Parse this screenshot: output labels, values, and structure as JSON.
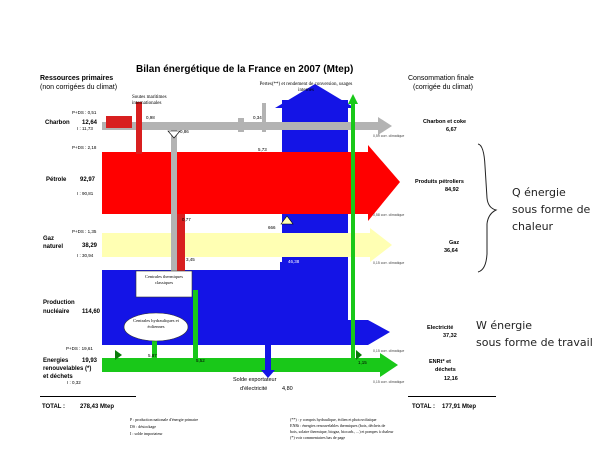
{
  "title": "Bilan énergétique de la France en 2007 (Mtep)",
  "left_header": {
    "title": "Ressources primaires",
    "subtitle": "(non corrigées du climat)"
  },
  "right_header": {
    "title": "Consommation finale",
    "subtitle": "(corrigée du climat)"
  },
  "top_labels": {
    "soutes": "Soutes maritimes internationales",
    "pertes": "Pertes(**) et rendement de conversion, usages internes"
  },
  "sources": {
    "charbon": {
      "label": "Charbon",
      "value": "12,64",
      "pnds": "P+DS : 0,51",
      "i": "I : 11,73"
    },
    "petrole": {
      "label": "Pétrole",
      "value": "92,97",
      "pnds": "P+DS : 2,18",
      "i": "I : 90,81"
    },
    "gaz": {
      "label_1": "Gaz",
      "label_2": "naturel",
      "value": "38,29",
      "pnds": "P+DS : 1,35",
      "i": "I : 30,94"
    },
    "nucleaire": {
      "label_1": "Production",
      "label_2": "nucléaire",
      "value": "114,60"
    },
    "enr": {
      "label_1": "Energies",
      "label_2": "renouvelables (*)",
      "label_3": "et déchets",
      "value": "19,93",
      "pnds": "P+DS : 19,61",
      "i": "I : 0,32"
    }
  },
  "flow_values": {
    "charbon_soutes": "0,98",
    "charbon_pertes": "0,86",
    "charbon_conv": "0,34",
    "petrole_conv": "5,73",
    "gaz_soutes": "0,77",
    "gaz_pertes": "666",
    "gaz_conv": "46,38",
    "gaz_thermique": "3,45",
    "enr_hydro": "5,87",
    "enr_elec": "5,52",
    "enr_losses": "1,15"
  },
  "plants": {
    "thermique": "Centrales thermiques classiques",
    "hydro": "Centrales hydrauliques et éoliennes"
  },
  "solde": {
    "label_1": "Solde exportateur",
    "label_2": "d'électricité",
    "value": "4,80"
  },
  "outputs": {
    "charbon": {
      "label": "Charbon et coke",
      "value": "6,67",
      "note": "0,59 corr. climatique"
    },
    "petrole": {
      "label": "Produits pétroliers",
      "value": "84,92",
      "note": "0,58 corr. climatique"
    },
    "gaz": {
      "label": "Gaz",
      "value": "36,64",
      "note": "0,15 corr. climatique"
    },
    "electricite": {
      "label": "Electricité",
      "value": "37,32",
      "note": "0,15 corr. climatique"
    },
    "enr": {
      "label_1": "ENRt* et",
      "label_2": "déchets",
      "value": "12,16",
      "note": "0,15 corr. climatique"
    }
  },
  "totals": {
    "left_label": "TOTAL :",
    "left_value": "278,43 Mtep",
    "right_label": "TOTAL :",
    "right_value": "177,91 Mtep"
  },
  "footnotes": {
    "left": [
      "P : production nationale d'énergie primaire",
      "DS : déstockage",
      "I : solde importateur"
    ],
    "right": [
      "(**) : y compris hydraulique, éolien et photovoltaïque",
      "ENRt : énergies renouvelables thermiques (bois, déchets de",
      "bois, solaire thermique, biogaz, biocarb., ...) et pompes à chaleur",
      "(*) voir commentaires bas de page"
    ]
  },
  "annotations": {
    "q_1": "Q énergie",
    "q_2": "sous forme de",
    "q_3": "chaleur",
    "w_1": "W énergie",
    "w_2": "sous forme de travail"
  },
  "colors": {
    "charbon": "#b3b3b3",
    "petrole": "#ff0000",
    "gaz": "#ffffb3",
    "nucleaire": "#1414e6",
    "enr": "#19c819",
    "soutes": "#d81f1f"
  }
}
